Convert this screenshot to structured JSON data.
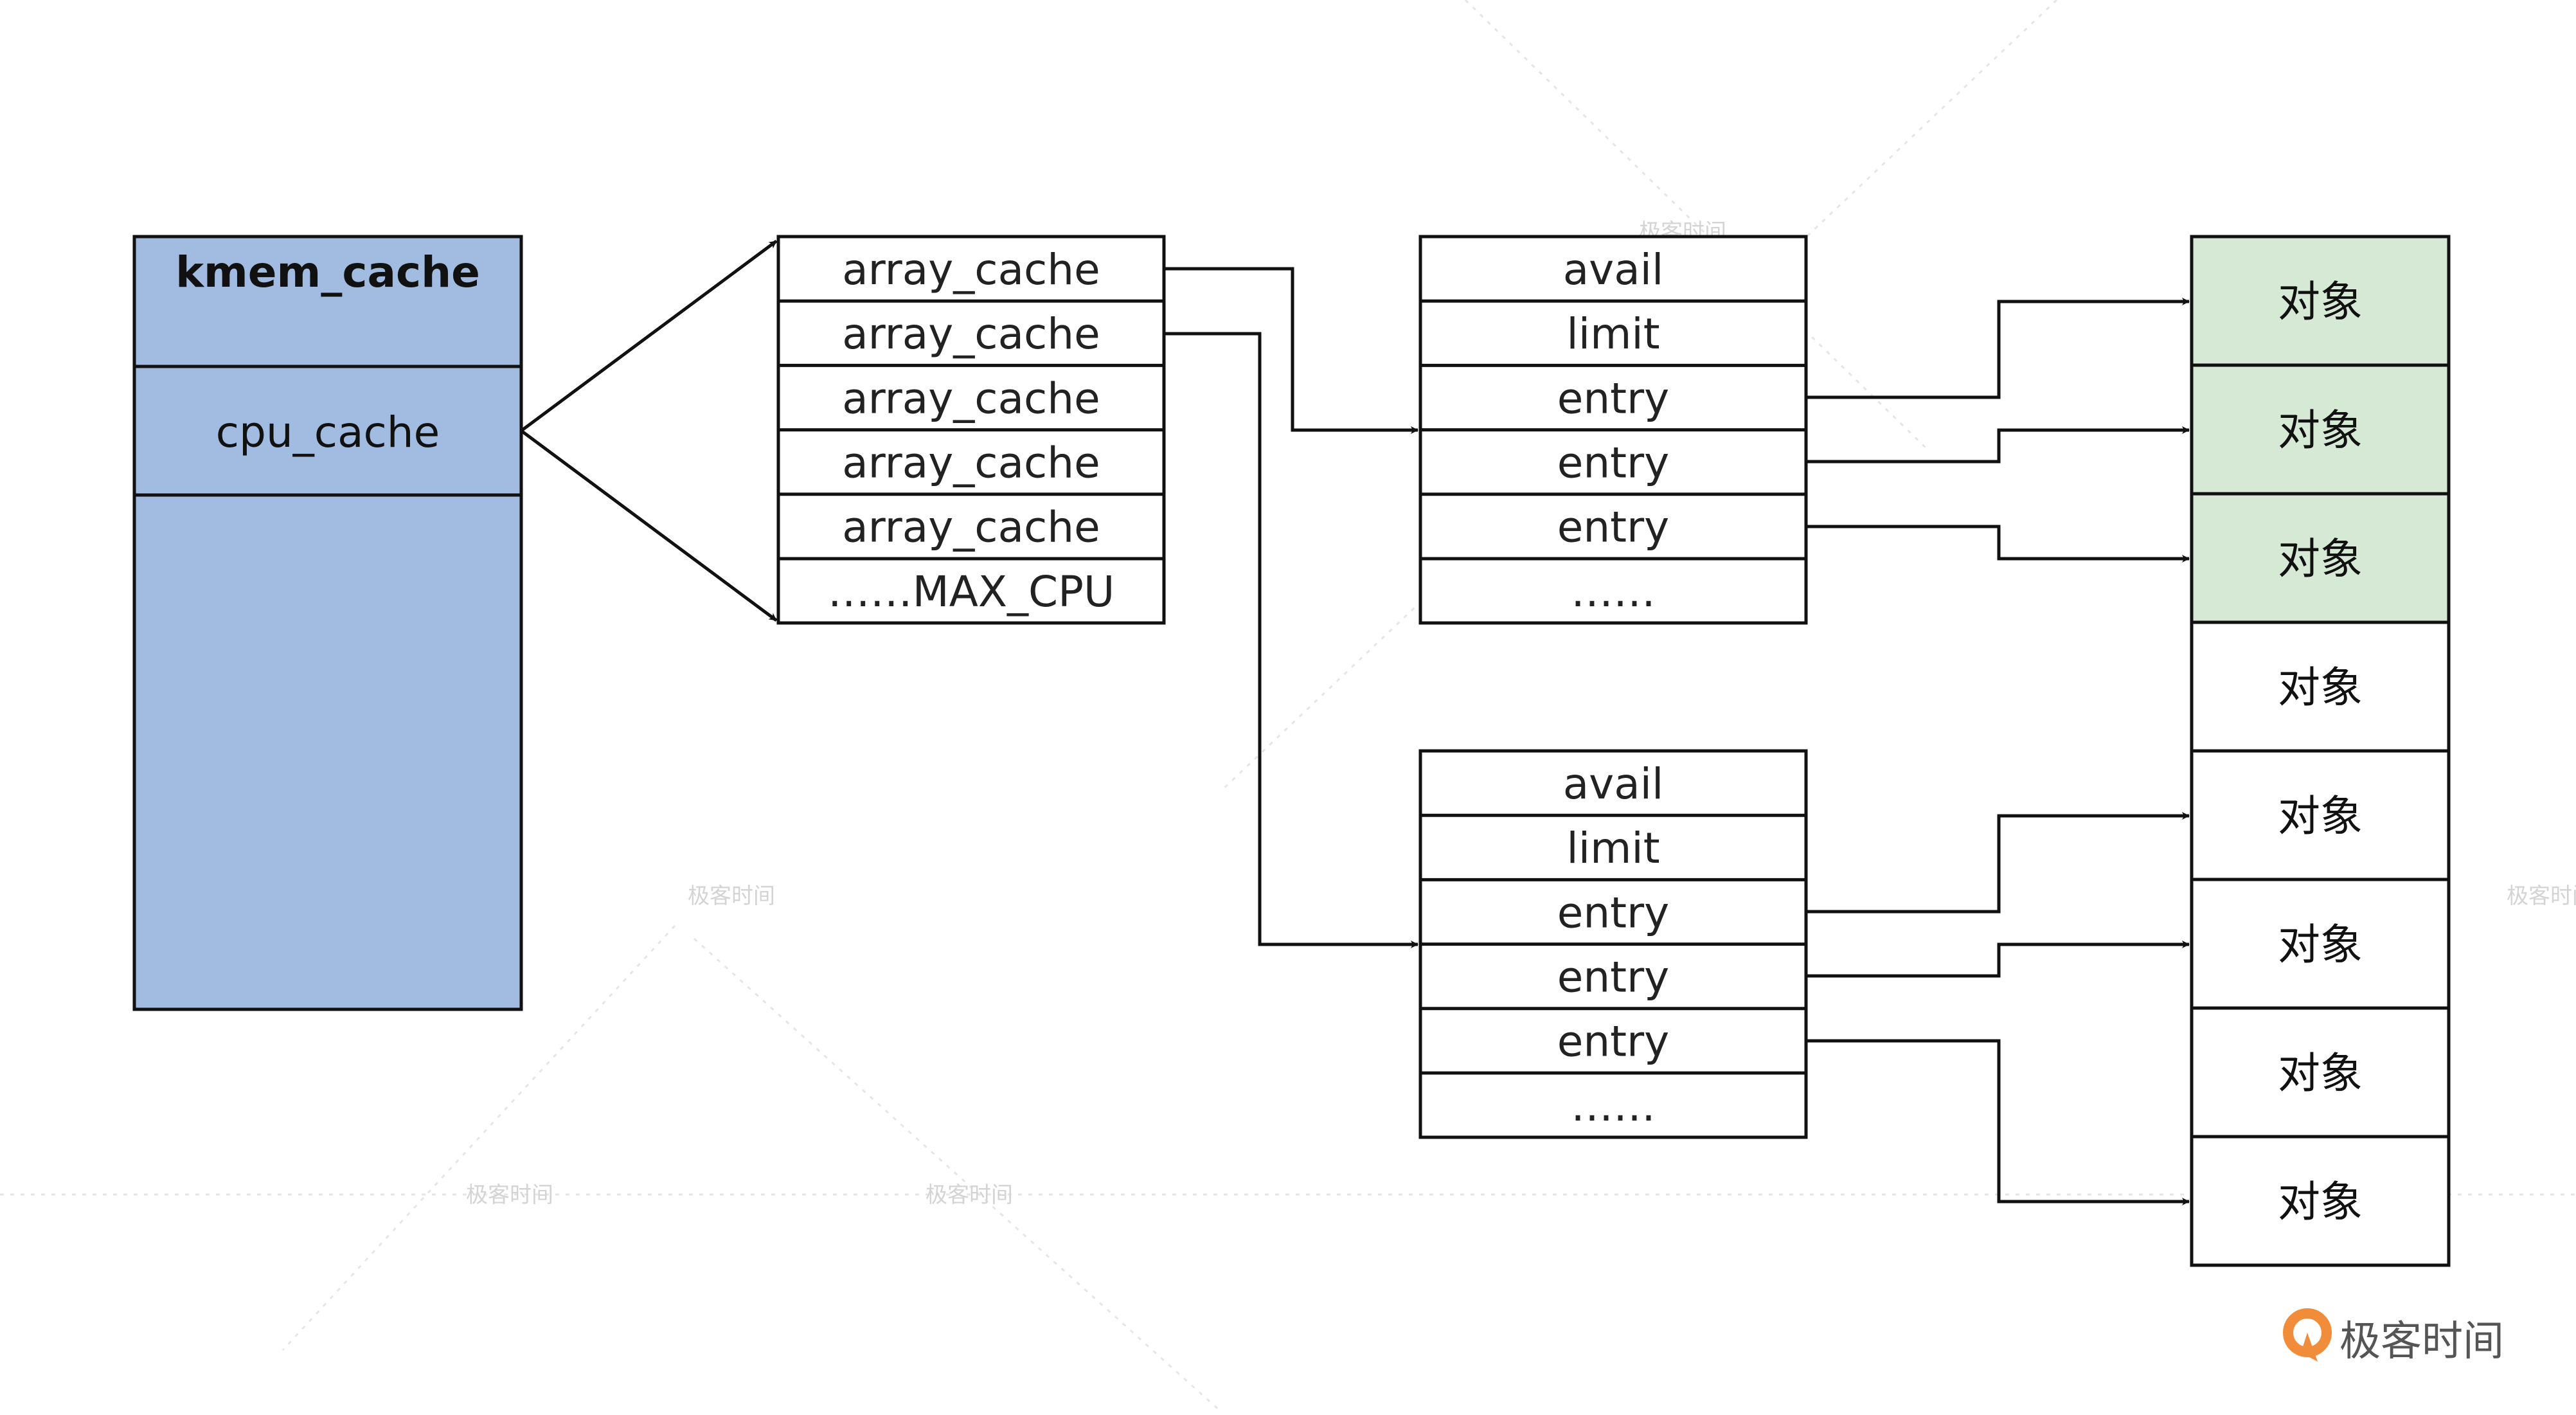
{
  "kmem_cache": {
    "title": "kmem_cache",
    "field": "cpu_cache",
    "fill": "#a2bbe0"
  },
  "array_cache_table": {
    "rows": [
      "array_cache",
      "array_cache",
      "array_cache",
      "array_cache",
      "array_cache",
      "……MAX_CPU"
    ]
  },
  "cache_tables": [
    {
      "rows": [
        "avail",
        "limit",
        "entry",
        "entry",
        "entry",
        "……"
      ]
    },
    {
      "rows": [
        "avail",
        "limit",
        "entry",
        "entry",
        "entry",
        "……"
      ]
    }
  ],
  "objects": {
    "label": "对象",
    "items": [
      {
        "label": "对象",
        "highlighted": true
      },
      {
        "label": "对象",
        "highlighted": true
      },
      {
        "label": "对象",
        "highlighted": true
      },
      {
        "label": "对象",
        "highlighted": false
      },
      {
        "label": "对象",
        "highlighted": false
      },
      {
        "label": "对象",
        "highlighted": false
      },
      {
        "label": "对象",
        "highlighted": false
      },
      {
        "label": "对象",
        "highlighted": false
      }
    ],
    "highlight_fill": "#d6e9d5",
    "default_fill": "#ffffff"
  },
  "branding": {
    "logo_text": "极客时间",
    "logo_color": "#f08c3a",
    "watermark_text": "极客时间"
  },
  "colors": {
    "stroke": "#111111",
    "watermark": "#d9d9d9"
  }
}
